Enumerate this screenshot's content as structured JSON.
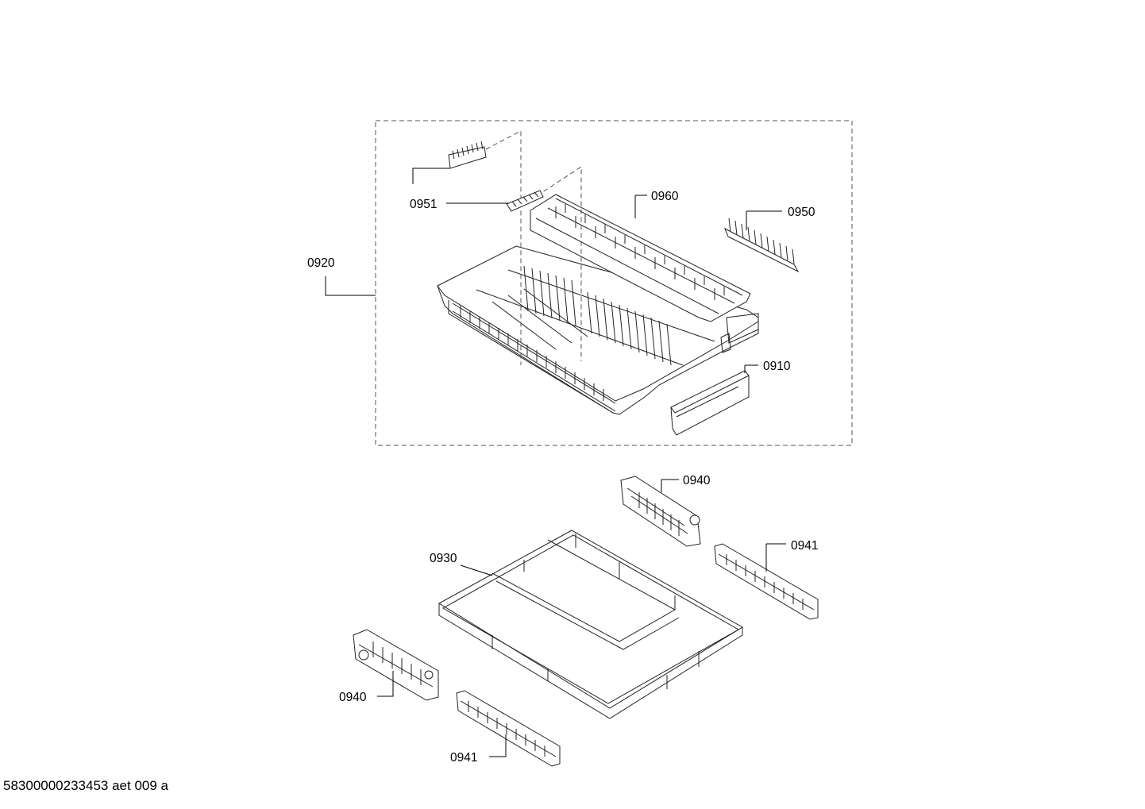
{
  "parts": {
    "p0951": "0951",
    "p0960": "0960",
    "p0950": "0950",
    "p0920": "0920",
    "p0910": "0910",
    "p0940_top": "0940",
    "p0941_top": "0941",
    "p0930": "0930",
    "p0940_bottom": "0940",
    "p0941_bottom": "0941"
  },
  "footer": "58300000233453 aet 009 a"
}
